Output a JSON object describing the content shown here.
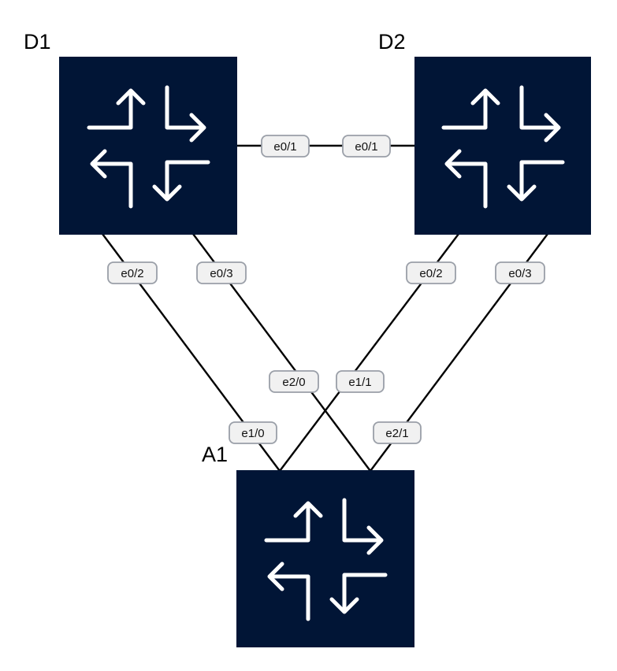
{
  "colors": {
    "router_fill": "#011536",
    "router_icon": "#ffffff",
    "link": "#000000",
    "port_fill": "#f1f1f1",
    "port_border": "#9a9fa8"
  },
  "icons": {
    "router": "router-arrows-icon"
  },
  "nodes": {
    "d1": {
      "label": "D1"
    },
    "d2": {
      "label": "D2"
    },
    "a1": {
      "label": "A1"
    }
  },
  "links": {
    "d1_d2": {
      "a_port": "e0/1",
      "b_port": "e0/1"
    },
    "d1_a1_left": {
      "a_port": "e0/2",
      "b_port": "e1/0"
    },
    "d1_a1_right": {
      "a_port": "e0/3",
      "b_port": "e2/0"
    },
    "d2_a1_left": {
      "a_port": "e0/2",
      "b_port": "e1/1"
    },
    "d2_a1_right": {
      "a_port": "e0/3",
      "b_port": "e2/1"
    }
  }
}
